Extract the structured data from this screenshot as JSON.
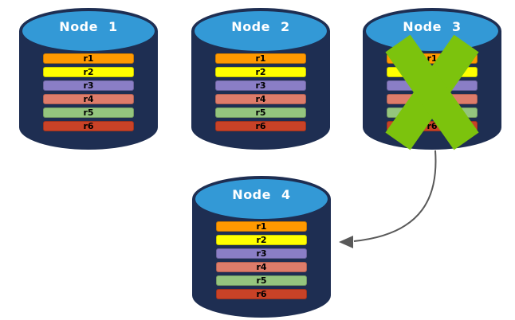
{
  "colors": {
    "cylinder_body": "#1E2E52",
    "cylinder_top": "#3399D6",
    "title_text": "#FFFFFF",
    "row_text": "#000000",
    "failure_x": "#7CC30D",
    "arrow": "#595959"
  },
  "row_colors": [
    "#FF9900",
    "#FFFF00",
    "#8A7EC6",
    "#DE7C6A",
    "#94C57E",
    "#C94227"
  ],
  "nodes": [
    {
      "label": "Node 1",
      "failed": false,
      "rows": [
        "r1",
        "r2",
        "r3",
        "r4",
        "r5",
        "r6"
      ]
    },
    {
      "label": "Node 2",
      "failed": false,
      "rows": [
        "r1",
        "r2",
        "r3",
        "r4",
        "r5",
        "r6"
      ]
    },
    {
      "label": "Node 3",
      "failed": true,
      "rows": [
        "r1",
        "r2",
        "r3",
        "r4",
        "r5",
        "r6"
      ]
    },
    {
      "label": "Node 4",
      "failed": false,
      "rows": [
        "r1",
        "r2",
        "r3",
        "r4",
        "r5",
        "r6"
      ]
    }
  ],
  "failure_marker": {
    "icon": "x-icon",
    "node": "Node 3"
  },
  "arrow": {
    "from": "Node 3",
    "to": "Node 4"
  }
}
